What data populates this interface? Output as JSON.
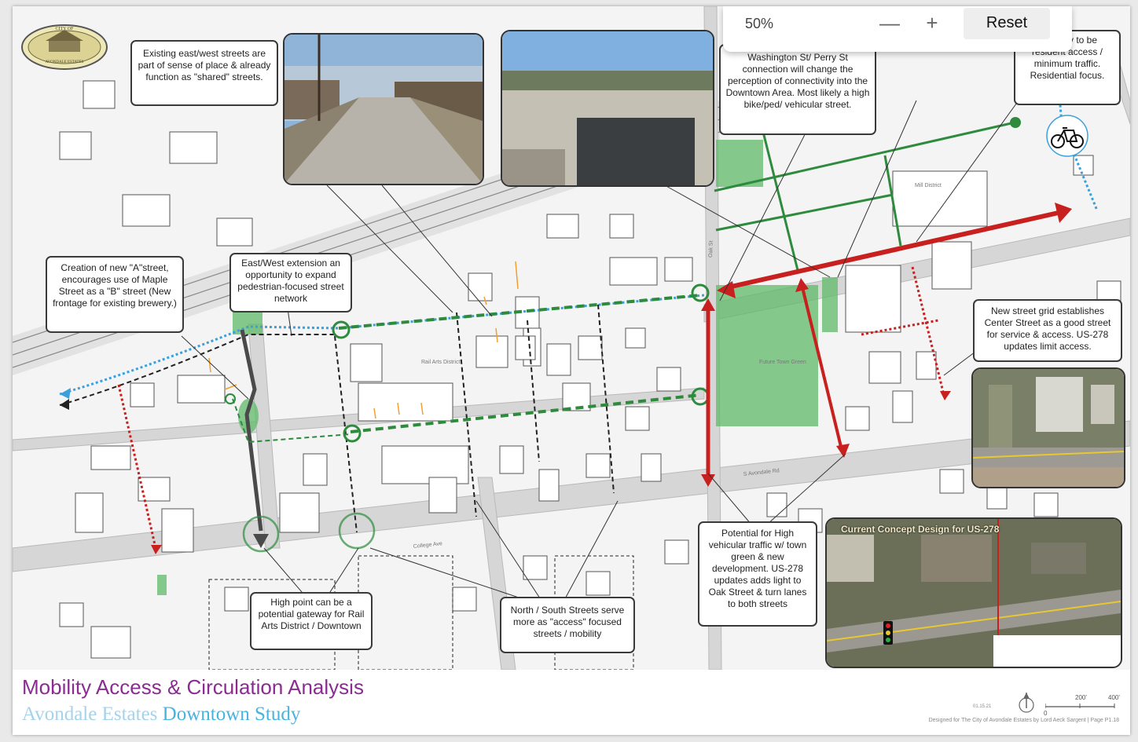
{
  "zoom": {
    "level": "50%",
    "minus": "—",
    "plus": "+",
    "reset_label": "Reset"
  },
  "logo": {
    "top_text": "CITY OF",
    "bottom_text": "AVONDALE ESTATES"
  },
  "callouts": {
    "east_west_streets": "Existing east/west streets are part of sense of place & already function as \"shared\" streets.",
    "washington_perry": "Washington St/ Perry St connection will change the perception of connectivity into the Downtown Area. Most likely a high bike/ped/ vehicular street.",
    "resident_access": "ost likely to be resident access / minimum traffic. Residential focus.",
    "new_a_street": "Creation of new \"A\"street, encourages use of Maple Street as a \"B\" street (New frontage for existing brewery.)",
    "east_west_extension": "East/West extension an opportunity to expand pedestrian-focused street network",
    "center_street": "New street grid establishes Center Street as a good street for service & access. US-278 updates limit access.",
    "high_point": "High point can be a potential gateway for Rail Arts District / Downtown",
    "north_south": "North / South Streets serve more as \"access\" focused streets / mobility",
    "oak_street": "Potential for High vehicular traffic w/ town green & new development. US-278 updates adds light to Oak Street & turn lanes to both streets"
  },
  "concept_label": "Current Concept Design for US-278",
  "map_labels": {
    "mill_district": "Mill District",
    "rail_arts_district": "Rail Arts District",
    "future_town_green": "Future Town Green",
    "oak_st": "Oak St",
    "avondale_rd": "S Avondale Rd",
    "college_ave": "College Ave"
  },
  "title": {
    "main": "Mobility Access & Circulation Analysis",
    "sub_part1": "Avondale Estates",
    "sub_part2": "Downtown Study"
  },
  "footer": {
    "date": "01.15.21",
    "credit": "Designed for The City of Avondale Estates by Lord Aeck Sargent | Page P1.18",
    "scale": [
      "0",
      "200'",
      "400'"
    ]
  },
  "colors": {
    "green_route": "#2e8b3e",
    "red_route": "#c8201e",
    "blue_route": "#3aa0dd",
    "title_purple": "#8b2c92",
    "title_blue": "#49b3dd",
    "town_green_fill": "#5fba6a"
  },
  "icons": [
    "bicycle-icon",
    "traffic-light-icon",
    "north-arrow-icon"
  ]
}
